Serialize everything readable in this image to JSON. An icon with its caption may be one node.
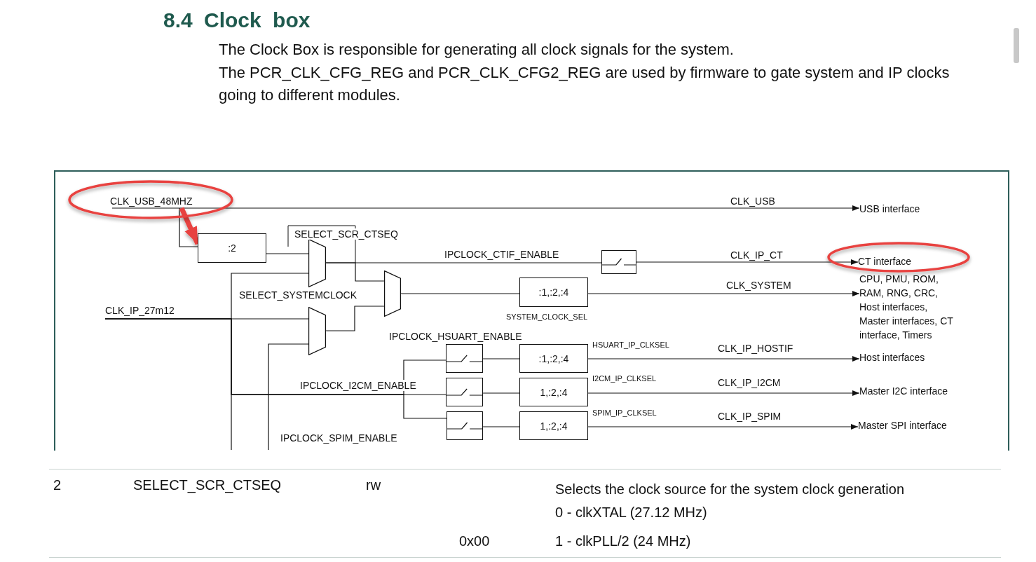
{
  "diagram": {
    "title": "8.4 Clock box",
    "nodes": [
      {
        "text": [
          "CLK_USB_48MHZ"
        ]
      },
      {
        "text": [
          "USB interface"
        ]
      },
      {
        "text": [
          ":2"
        ]
      },
      {
        "text": [],
        "shape": "trapezoid"
      },
      {
        "text": [
          "CLK_IP_27m12"
        ]
      },
      {
        "text": [],
        "shape": "trapezoid"
      },
      {
        "text": [],
        "shape": "trapezoid"
      },
      {
        "text": [
          ":1,:2,:4"
        ]
      },
      {
        "text": [],
        "shape": "switch"
      },
      {
        "text": [
          "CT interface"
        ]
      },
      {
        "text": [
          "CPU, PMU, ROM, RAM, RNG, CRC, Host interfaces, Master interfaces, CT interface, Timers"
        ]
      },
      {
        "text": [],
        "shape": "switch"
      },
      {
        "text": [
          ":1,:2,:4"
        ]
      },
      {
        "text": [
          "Host interfaces"
        ]
      },
      {
        "text": [],
        "shape": "switch"
      },
      {
        "text": [
          "1,:2,:4"
        ]
      },
      {
        "text": [
          "Master I2C interface"
        ]
      },
      {
        "text": [],
        "shape": "switch"
      },
      {
        "text": [
          "1,:2,:4"
        ]
      },
      {
        "text": [
          "Master SPI interface"
        ]
      }
    ],
    "edges": [
      {
        "from": 0,
        "to": 1,
        "arrow": "to",
        "label": "CLK_USB"
      },
      {
        "from": 0,
        "to": 2,
        "arrow": "none"
      },
      {
        "from": 0,
        "to": 2,
        "arrow": "to",
        "style": "thick",
        "color": "#e8423f"
      },
      {
        "from": 2,
        "to": 3,
        "arrow": "none"
      },
      {
        "from": 2,
        "to": 9,
        "arrow": "to",
        "style": "thick",
        "color": "#e8423f"
      },
      {
        "from": 4,
        "to": 3,
        "arrow": "none"
      },
      {
        "from": 4,
        "to": 5,
        "arrow": "none"
      },
      {
        "from": 3,
        "to": 6,
        "arrow": "none"
      },
      {
        "from": 3,
        "to": 8,
        "arrow": "none"
      },
      {
        "from": 8,
        "to": 9,
        "arrow": "to",
        "label": "CLK_IP_CT"
      },
      {
        "from": 5,
        "to": 6,
        "arrow": "none"
      },
      {
        "from": 6,
        "to": 7,
        "arrow": "none"
      },
      {
        "from": 7,
        "to": 10,
        "arrow": "to",
        "label": "CLK_SYSTEM"
      },
      {
        "from": 4,
        "to": 14,
        "arrow": "none"
      },
      {
        "from": 4,
        "to": 11,
        "arrow": "none"
      },
      {
        "from": 4,
        "to": 17,
        "arrow": "none"
      },
      {
        "from": 11,
        "to": 12,
        "arrow": "none"
      },
      {
        "from": 12,
        "to": 13,
        "arrow": "to",
        "label": "CLK_IP_HOSTIF"
      },
      {
        "from": 14,
        "to": 15,
        "arrow": "none"
      },
      {
        "from": 15,
        "to": 16,
        "arrow": "to",
        "label": "CLK_IP_I2CM"
      },
      {
        "from": 17,
        "to": 18,
        "arrow": "none"
      },
      {
        "from": 18,
        "to": 19,
        "arrow": "to",
        "label": "CLK_IP_SPIM"
      },
      {
        "from": null,
        "to": 5,
        "arrow": "none"
      }
    ],
    "labels": [
      "The Clock Box is responsible for generating all clock signals for the system.",
      "The PCR_CLK_CFG_REG and PCR_CLK_CFG2_REG are used by firmware to gate system and IP clocks going to different modules.",
      "SELECT_SCR_CTSEQ",
      "IPCLOCK_CTIF_ENABLE",
      "SELECT_SYSTEMCLOCK",
      "SYSTEM_CLOCK_SEL",
      "IPCLOCK_HSUART_ENABLE",
      "HSUART_IP_CLKSEL",
      "IPCLOCK_I2CM_ENABLE",
      "I2CM_IP_CLKSEL",
      "SPIM_IP_CLKSEL",
      "IPCLOCK_SPIM_ENABLE",
      "2",
      "SELECT_SCR_CTSEQ",
      "rw",
      "Selects the clock source for the system clock generation",
      "0 - clkXTAL (27.12 MHz)",
      "0x00",
      "1 - clkPLL/2 (24 MHz)"
    ]
  }
}
